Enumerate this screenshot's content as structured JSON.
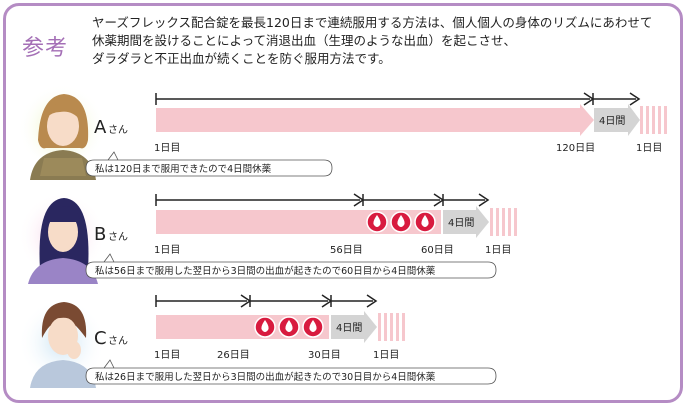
{
  "ref_label": "参考",
  "intro": [
    "ヤーズフレックス配合錠を最長120日まで連続服用する方法は、個人個人の身体のリズムにあわせて",
    "休薬期間を設けることによって消退出血（生理のような出血）を起こさせ、",
    "ダラダラと不正出血が続くことを防ぐ服用方法です。"
  ],
  "patients": [
    {
      "name": "A",
      "suffix": "さん",
      "skin": "#f7dcc8",
      "hair": "#b98a4e",
      "clothes": "#8a7b52",
      "glow": "#e4f0a8",
      "start_label": "1日目",
      "end_label": "120日目",
      "restart_label": "1日目",
      "break_label": "4日間",
      "bleeding_days": 0,
      "caption": "私は120日まで服用できたので4日間休薬"
    },
    {
      "name": "B",
      "suffix": "さん",
      "skin": "#f7dcc8",
      "hair": "#2a2760",
      "clothes": "#9a84c6",
      "glow": "#f3c5e0",
      "start_label": "1日目",
      "bleed_start_label": "56日目",
      "end_label": "60日目",
      "restart_label": "1日目",
      "break_label": "4日間",
      "bleeding_days": 3,
      "caption": "私は56日まで服用した翌日から3日間の出血が起きたので60日目から4日間休薬"
    },
    {
      "name": "C",
      "suffix": "さん",
      "skin": "#f7dcc8",
      "hair": "#7a4a32",
      "clothes": "#b9c8dc",
      "glow": "#c9e3f3",
      "start_label": "1日目",
      "bleed_start_label": "26日目",
      "end_label": "30日目",
      "restart_label": "1日目",
      "break_label": "4日間",
      "bleeding_days": 3,
      "caption": "私は26日まで服用した翌日から3日間の出血が起きたので30日目から4日間休薬"
    }
  ],
  "colors": {
    "frame": "#b58cc4",
    "pill_bar": "#f6c7cd",
    "pill_arrow_tip": "#f6c7cd",
    "bleed_drop": "#d81b3f",
    "bleed_ring": "#ffffff",
    "break_bar": "#d4d4d4",
    "stripe": "#f6c7cd"
  }
}
